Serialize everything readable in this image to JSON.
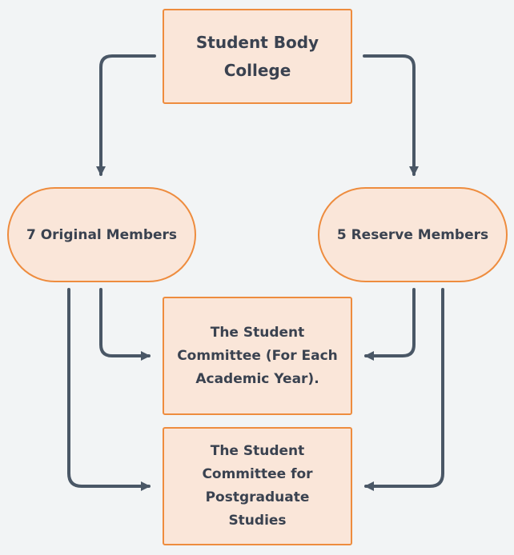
{
  "diagram": {
    "nodes": {
      "top": "Student Body College",
      "left": "7 Original Members",
      "right": "5 Reserve Members",
      "committee": "The Student Committee (For Each Academic Year).",
      "postgrad": "The Student Committee for Postgraduate Studies"
    },
    "edges": [
      {
        "from": "Student Body College",
        "to": "7 Original Members"
      },
      {
        "from": "Student Body College",
        "to": "5 Reserve Members"
      },
      {
        "from": "7 Original Members",
        "to": "The Student Committee (For Each Academic Year)."
      },
      {
        "from": "5 Reserve Members",
        "to": "The Student Committee (For Each Academic Year)."
      },
      {
        "from": "7 Original Members",
        "to": "The Student Committee for Postgraduate Studies"
      },
      {
        "from": "5 Reserve Members",
        "to": "The Student Committee for Postgraduate Studies"
      }
    ],
    "colors": {
      "background": "#f2f4f5",
      "node_fill": "#fae6d9",
      "node_border": "#ee8c3e",
      "text": "#3a4250",
      "connector": "#4a5766"
    }
  }
}
